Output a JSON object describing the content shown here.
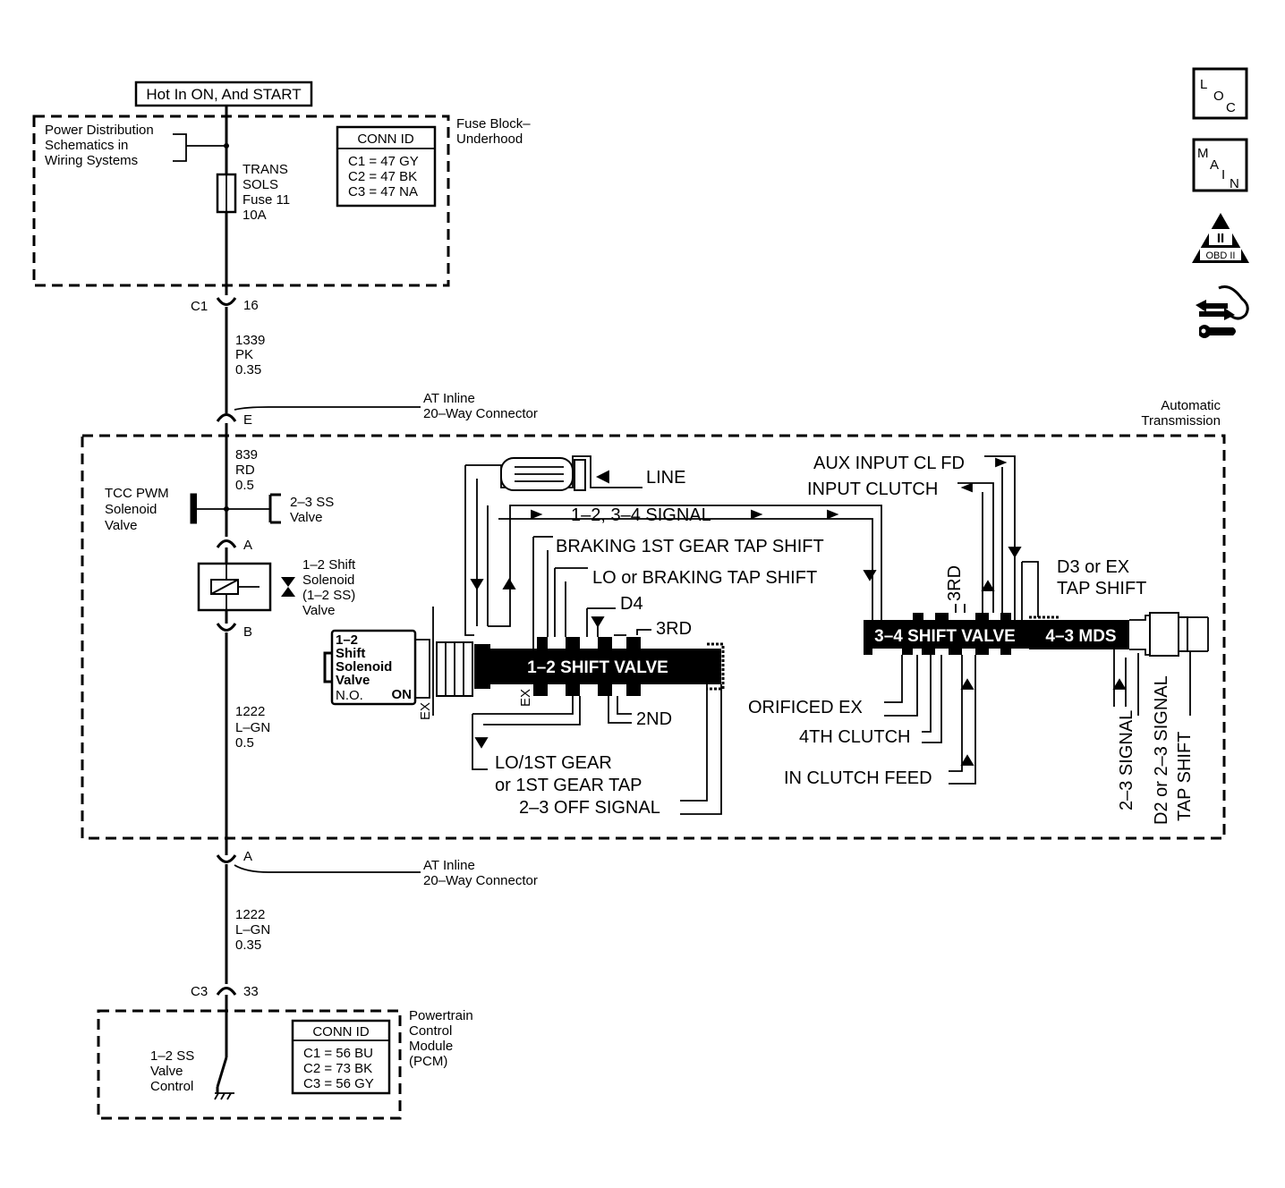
{
  "power": {
    "hot_label": "Hot In ON, And START"
  },
  "fuse_block": {
    "name_line1": "Fuse Block–",
    "name_line2": "Underhood",
    "power_dist_line1": "Power Distribution",
    "power_dist_line2": "Schematics in",
    "power_dist_line3": "Wiring Systems",
    "fuse_line1": "TRANS",
    "fuse_line2": "SOLS",
    "fuse_line3": "Fuse 11",
    "fuse_line4": "10A",
    "conn_title": "CONN ID",
    "conn_c1": "C1 = 47 GY",
    "conn_c2": "C2 = 47 BK",
    "conn_c3": "C3 = 47 NA"
  },
  "connectors": {
    "c1_name": "C1",
    "c1_pin": "16",
    "inline_pin_top": "E",
    "inline_line1": "AT Inline",
    "inline_line2": "20–Way Connector",
    "inline_pin_bottom": "A",
    "inline2_line1": "AT Inline",
    "inline2_line2": "20–Way Connector",
    "c3_name": "C3",
    "c3_pin": "33"
  },
  "wires": {
    "w1_circuit": "1339",
    "w1_color": "PK",
    "w1_size": "0.35",
    "w2_circuit": "839",
    "w2_color": "RD",
    "w2_size": "0.5",
    "w3_circuit": "1222",
    "w3_color": "L–GN",
    "w3_size": "0.5",
    "w4_circuit": "1222",
    "w4_color": "L–GN",
    "w4_size": "0.35"
  },
  "transmission": {
    "name_line1": "Automatic",
    "name_line2": "Transmission",
    "tcc_line1": "TCC PWM",
    "tcc_line2": "Solenoid",
    "tcc_line3": "Valve",
    "ss23_line1": "2–3 SS",
    "ss23_line2": "Valve",
    "pin_a": "A",
    "pin_b": "B",
    "sol_line1": "1–2 Shift",
    "sol_line2": "Solenoid",
    "sol_line3": "(1–2 SS)",
    "sol_line4": "Valve",
    "sol_box_line1": "1–2",
    "sol_box_line2": "Shift",
    "sol_box_line3": "Solenoid",
    "sol_box_line4": "Valve",
    "sol_box_state": "N.O.",
    "sol_box_on": "ON"
  },
  "hydraulic": {
    "line": "LINE",
    "signal_1234": "1–2, 3–4 SIGNAL",
    "braking_1st": "BRAKING 1ST GEAR TAP SHIFT",
    "lo_braking": "LO or BRAKING TAP SHIFT",
    "d4": "D4",
    "third": "3RD",
    "valve_12": "1–2 SHIFT VALVE",
    "ex": "EX",
    "second": "2ND",
    "lo_1st_line1": "LO/1ST GEAR",
    "lo_1st_line2": "or 1ST GEAR TAP",
    "off_23": "2–3 OFF SIGNAL",
    "aux_input": "AUX INPUT CL FD",
    "input_clutch": "INPUT CLUTCH",
    "third_vert": "3RD",
    "d3_line1": "D3 or EX",
    "d3_line2": "TAP SHIFT",
    "valve_34": "3–4 SHIFT VALVE",
    "mds_43": "4–3 MDS",
    "orificed_ex": "ORIFICED EX",
    "fourth_clutch": "4TH CLUTCH",
    "in_clutch_feed": "IN CLUTCH FEED",
    "signal_23": "2–3 SIGNAL",
    "d2_line1": "D2 or 2–3 SIGNAL",
    "d2_line2": "TAP SHIFT"
  },
  "pcm": {
    "name_line1": "Powertrain",
    "name_line2": "Control",
    "name_line3": "Module",
    "name_line4": "(PCM)",
    "ctrl_line1": "1–2 SS",
    "ctrl_line2": "Valve",
    "ctrl_line3": "Control",
    "conn_title": "CONN ID",
    "conn_c1": "C1 = 56 BU",
    "conn_c2": "C2 = 73 BK",
    "conn_c3": "C3 = 56 GY"
  },
  "side_icons": {
    "loc_l": "L",
    "loc_o": "O",
    "loc_c": "C",
    "main_m": "M",
    "main_a": "A",
    "main_i": "I",
    "main_n": "N",
    "obd_top": "II",
    "obd_bottom": "OBD II",
    "nav_icon": "arrows-wrench-icon"
  }
}
